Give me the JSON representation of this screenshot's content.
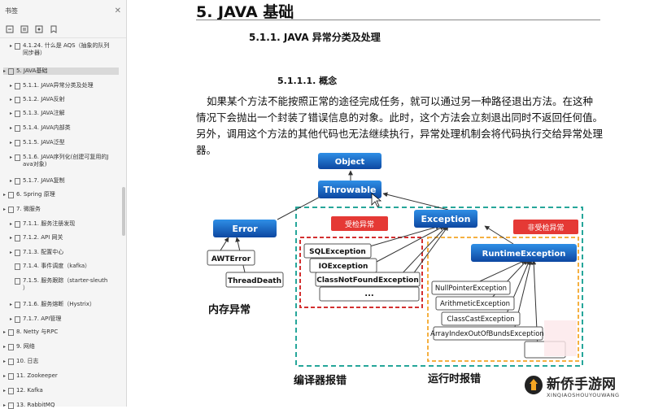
{
  "sidebar": {
    "title": "书签",
    "items": [
      {
        "label": "4.1.24. 什么是 AQS（抽象的队列同步器）",
        "lines": [
          "4.1.24. 什么是 AQS（抽象的队列",
          "同步器）"
        ]
      },
      {
        "label": "5. JAVA基础"
      },
      {
        "label": "5.1.1. JAVA异常分类及处理"
      },
      {
        "label": "5.1.2. JAVA反射"
      },
      {
        "label": "5.1.3. JAVA注解"
      },
      {
        "label": "5.1.4. JAVA内部类"
      },
      {
        "label": "5.1.5. JAVA泛型"
      },
      {
        "label": "5.1.6. JAVA序列化(创建可复用的Java对象)",
        "lines": [
          "5.1.6. JAVA序列化(创建可复用的J",
          "ava对象)"
        ]
      },
      {
        "label": "5.1.7. JAVA复制"
      },
      {
        "label": "6. Spring 原理"
      },
      {
        "label": "7.  微服务"
      },
      {
        "label": "7.1.1. 服务注册发现"
      },
      {
        "label": "7.1.2. API 网关"
      },
      {
        "label": "7.1.3. 配置中心"
      },
      {
        "label": "7.1.4. 事件调度（kafka）"
      },
      {
        "label": "7.1.5. 服务跟踪（starter-sleuth）",
        "lines": [
          "7.1.5. 服务跟踪（starter-sleuth",
          "）"
        ]
      },
      {
        "label": "7.1.6. 服务熔断（Hystrix）"
      },
      {
        "label": "7.1.7. API管理"
      },
      {
        "label": "8. Netty 与RPC"
      },
      {
        "label": "9. 网络"
      },
      {
        "label": "10. 日志"
      },
      {
        "label": "11. Zookeeper"
      },
      {
        "label": "12. Kafka"
      },
      {
        "label": "13. RabbitMQ"
      }
    ]
  },
  "document": {
    "title": "5. JAVA 基础",
    "section": "5.1.1.  JAVA 异常分类及处理",
    "subsection": "5.1.1.1.      概念",
    "paragraph": "如果某个方法不能按照正常的途径完成任务，就可以通过另一种路径退出方法。在这种情况下会抛出一个封装了错误信息的对象。此时，这个方法会立刻退出同时不返回任何值。另外，调用这个方法的其他代码也无法继续执行，异常处理机制会将代码执行交给异常处理器。"
  },
  "diagram": {
    "nodes": {
      "object": "Object",
      "throwable": "Throwable",
      "error": "Error",
      "exception": "Exception",
      "awterror": "AWTError",
      "threaddeath": "ThreadDeath",
      "sqlexception": "SQLException",
      "ioexception": "IOException",
      "classnotfound": "ClassNotFoundException",
      "ellipsis": "...",
      "runtime": "RuntimeException",
      "npe": "NullPointerException",
      "arith": "ArithmeticException",
      "classcast": "ClassCastException",
      "aioobe": "ArrayIndexOutOfBundsException"
    },
    "badges": {
      "checked": "受检异常",
      "unchecked": "非受检异常"
    },
    "captions": {
      "memory": "内存异常",
      "compile": "编译器报错",
      "runtime": "运行时报错"
    },
    "colors": {
      "blue_node": "#1565c0",
      "red_badge": "#e53935",
      "checked_border": "#d32f2f",
      "unchecked_border": "#f5b041",
      "outer_border": "#26a69a"
    }
  },
  "watermark": {
    "text": "新侨手游网",
    "subtext": "XINQIAOSHOUYOUWANG"
  }
}
